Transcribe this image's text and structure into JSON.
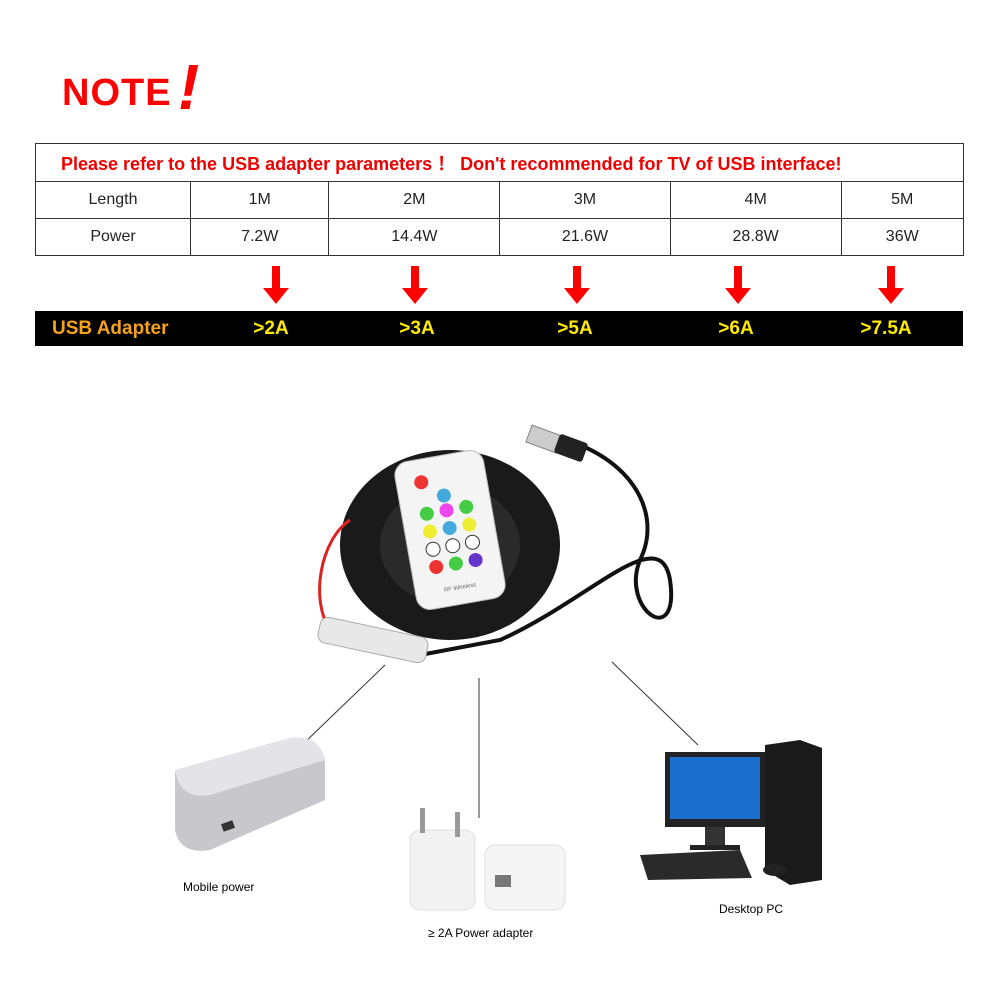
{
  "note": {
    "title": "NOTE",
    "mark": "!"
  },
  "table": {
    "warning": "Please refer to the USB adapter parameters ！ Don't recommended for  TV of USB interface!",
    "length_label": "Length",
    "lengths": [
      "1M",
      "2M",
      "3M",
      "4M",
      "5M"
    ],
    "power_label": "Power",
    "powers": [
      "7.2W",
      "14.4W",
      "21.6W",
      "28.8W",
      "36W"
    ]
  },
  "adapter_bar": {
    "label": "USB Adapter",
    "values": [
      ">2A",
      ">3A",
      ">5A",
      ">6A",
      ">7.5A"
    ]
  },
  "captions": {
    "mobile": "Mobile power",
    "adapter": "≥ 2A Power adapter",
    "pc": "Desktop PC"
  },
  "remote_label": "RF Wireless",
  "colors": {
    "red": "#ff0000",
    "orange": "#f7a21b",
    "yellow": "#ffea00",
    "bar": "#000000"
  }
}
